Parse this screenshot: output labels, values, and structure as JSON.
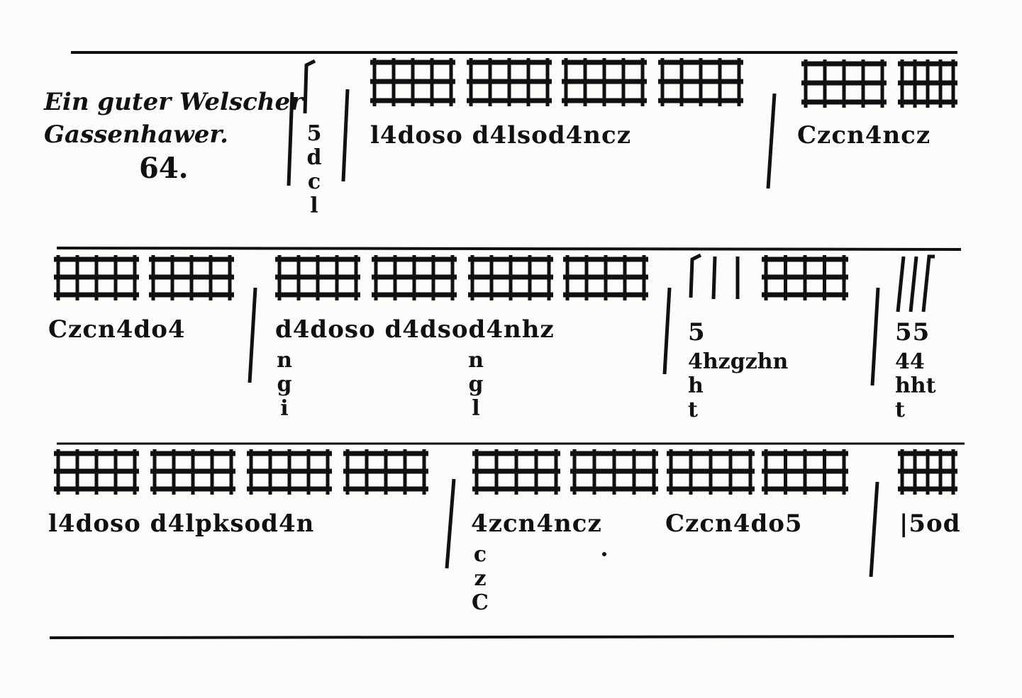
{
  "title": {
    "line1": "Ein guter Welscher",
    "line2": "Gassenhawer.",
    "number": "64."
  },
  "system1": {
    "left_column": "5\nd\nc\nl",
    "seq_a": "l4doso d4lsod4ncz",
    "seq_b": "Czcn4ncz"
  },
  "system2": {
    "seq_a": "Czcn4do4",
    "seq_b": "d4doso d4dsod4nhz",
    "col_b1": "n\ng\ni",
    "col_b2": "n\ng\nl",
    "seq_c": "5",
    "col_c": "4hzgzhn\nh\nt",
    "seq_d": "55",
    "col_d": "44\nhht\nt"
  },
  "system3": {
    "seq_a": "l4doso d4lpksod4n",
    "seq_b": "4zcn4ncz",
    "col_b": "c\nz\nC",
    "seq_c": "Czcn4do5",
    "seq_d": "|5od"
  }
}
